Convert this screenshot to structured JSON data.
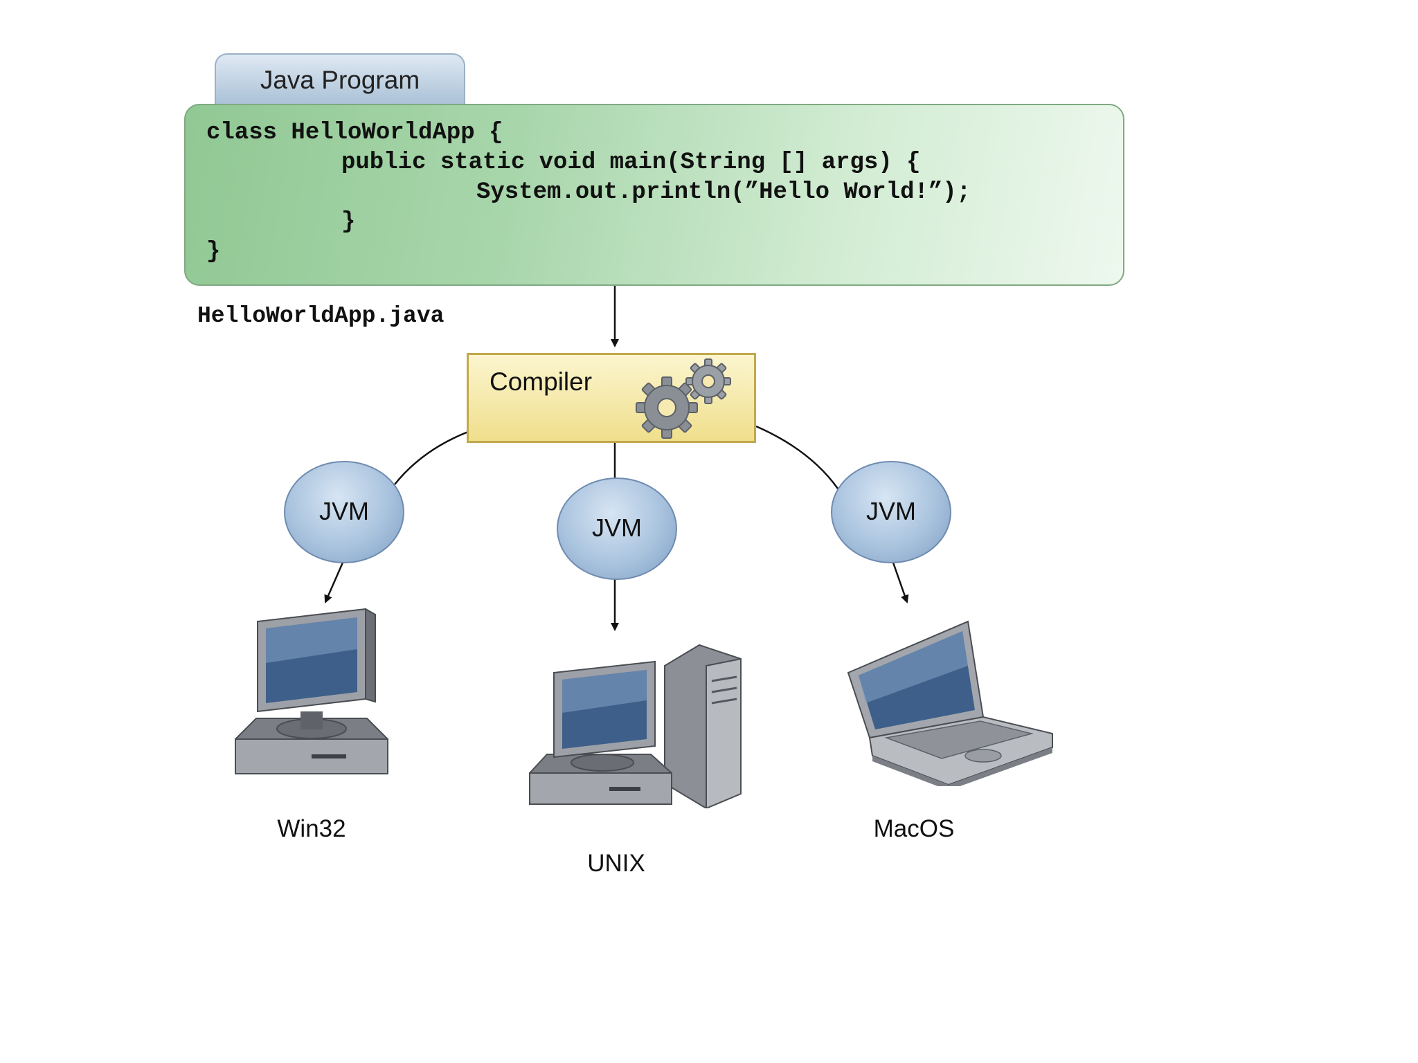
{
  "program_tab": {
    "label": "Java Program"
  },
  "code": {
    "lines": [
      "class HelloWorldApp {",
      "public static void main(String [] args) {",
      "System.out.println(”Hello World!”);",
      "}",
      "}"
    ]
  },
  "source_file": {
    "name": "HelloWorldApp.java"
  },
  "compiler": {
    "label": "Compiler",
    "icon": "gears-icon"
  },
  "jvms": [
    {
      "label": "JVM"
    },
    {
      "label": "JVM"
    },
    {
      "label": "JVM"
    }
  ],
  "platforms": [
    {
      "label": "Win32",
      "icon": "desktop-computer-icon"
    },
    {
      "label": "UNIX",
      "icon": "workstation-tower-icon"
    },
    {
      "label": "MacOS",
      "icon": "laptop-icon"
    }
  ],
  "colors": {
    "code_box": "#a8d6ab",
    "tab": "#b8cde0",
    "compiler_box": "#f4e6a2",
    "jvm": "#a9c3de"
  }
}
